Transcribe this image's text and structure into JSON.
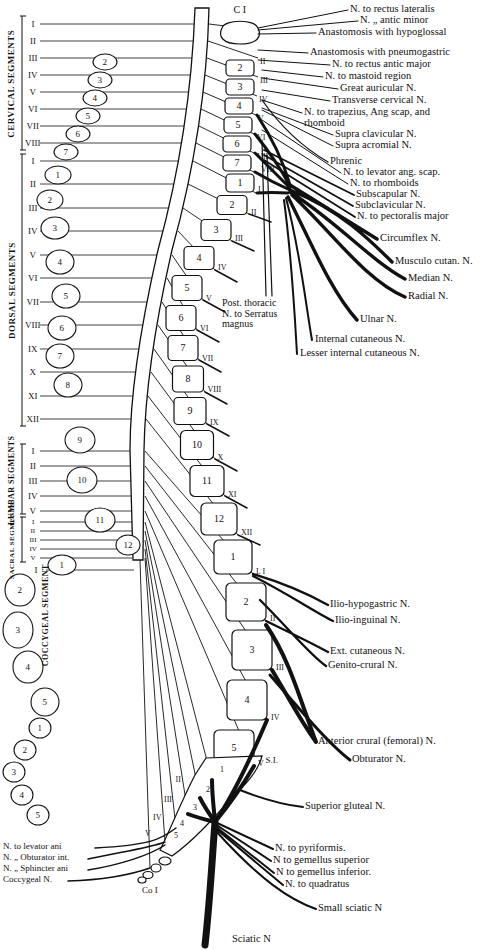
{
  "diagram": {
    "labels": [
      "C I",
      "N. to rectus lateralis",
      "N. „ antic minor",
      "Anastomosis with hypoglossal",
      "Anastomosis with pneumogastric",
      "N. to rectus antic major",
      "N. to mastoid region",
      "Great auricular N.",
      "Transverse cervical N.",
      "N. to trapezius, Ang scap, and rhomboid",
      "Supra clavicular N.",
      "Supra acromial N.",
      "Phrenic",
      "N. to levator ang. scap.",
      "N. to rhomboids",
      "Subscapular N.",
      "Subclavicular N.",
      "N. to pectoralis major",
      "Circumflex N.",
      "Musculo cutan. N.",
      "Median N.",
      "Radial N.",
      "Ulnar N.",
      "Internal cutaneous N.",
      "Lesser internal cutaneous N.",
      "Post. thoracic N. to Serratus magnus",
      "Ilio-hypogastric N.",
      "Ilio-inguinal N.",
      "Ext. cutaneous N.",
      "Genito-crural N.",
      "Anterior crural (femoral) N.",
      "Obturator N.",
      "Superior gluteal N.",
      "N. to pyriformis.",
      "N to gemellus superior",
      "N to gemellus inferior.",
      "N. to quadratus",
      "Small sciatic N",
      "Sciatic N",
      "N. to levator ani",
      "N. „ Obturator int.",
      "N. „ Sphincter ani",
      "Coccygeal N.",
      "Co I",
      "CERVICAL SEGMENTS",
      "DORSAL SEGMENTS",
      "LUMBAR SEGMENTS",
      "SACRAL SEGMENTS",
      "COCCYGEAL SEGMENT",
      "I",
      "II",
      "III",
      "IV",
      "V",
      "VI",
      "VII",
      "VIII",
      "I",
      "II",
      "III",
      "IV",
      "V",
      "VI",
      "VII",
      "VIII",
      "IX",
      "X",
      "XI",
      "XII",
      "I",
      "II",
      "III",
      "IV",
      "V",
      "I",
      "II",
      "III",
      "IV",
      "V",
      "I",
      "2",
      "3",
      "4",
      "5",
      "6",
      "7",
      "1",
      "2",
      "3",
      "4",
      "5",
      "6",
      "7",
      "8",
      "9",
      "10",
      "11",
      "12",
      "1",
      "2",
      "3",
      "4",
      "5",
      "1",
      "2",
      "3",
      "4",
      "5",
      "2",
      "3",
      "4",
      "5",
      "6",
      "7",
      "1",
      "2",
      "3",
      "4",
      "5",
      "6",
      "7",
      "8",
      "9",
      "10",
      "11",
      "12",
      "1",
      "2",
      "3",
      "4",
      "5",
      "S.I.",
      "1",
      "2",
      "3",
      "4",
      "5",
      "II",
      "III",
      "IV",
      "V",
      "VI",
      "VII",
      "VIII",
      "I",
      "II",
      "III",
      "IV",
      "V",
      "VI",
      "VII",
      "VIII",
      "IX",
      "X",
      "XI",
      "XII",
      "L I",
      "II",
      "III",
      "IV",
      "V",
      "II",
      "III",
      "IV",
      "V"
    ]
  }
}
